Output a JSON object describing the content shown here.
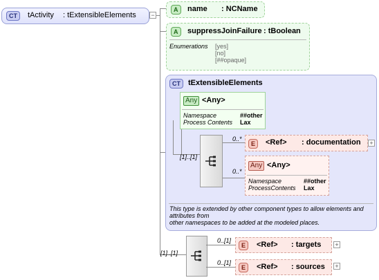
{
  "root": {
    "tag": "CT",
    "name": "tActivity",
    "type": ": tExtensibleElements"
  },
  "attributes": [
    {
      "tag": "A",
      "name": "name",
      "type": ": NCName"
    },
    {
      "tag": "A",
      "name": "suppressJoinFailure",
      "type": ": tBoolean",
      "enum_label": "Enumerations",
      "enum_values": [
        "[yes]",
        "[no]",
        "[##opaque]"
      ]
    }
  ],
  "extensible": {
    "tag": "CT",
    "title": "tExtensibleElements",
    "any_top": {
      "tag": "Any",
      "label": "<Any>",
      "ns_label": "Namespace",
      "ns_value": "##other",
      "pc_label": "Process Contents",
      "pc_value": "Lax"
    },
    "seq_card": "[1]..[1]",
    "documentation": {
      "card": "0..*",
      "tag": "E",
      "ref": "<Ref>",
      "name": ": documentation"
    },
    "any_bottom": {
      "card": "0..*",
      "tag": "Any",
      "label": "<Any>",
      "ns_label": "Namespace",
      "ns_value": "##other",
      "pc_label": "ProcessContents",
      "pc_value": "Lax"
    },
    "note_lines": [
      "This type is extended by other component types to allow elements and attributes from",
      "other namespaces to be added at the modeled places."
    ]
  },
  "outer_seq_card": "[1]..[1]",
  "targets": {
    "card": "0..[1]",
    "tag": "E",
    "ref": "<Ref>",
    "name": ": targets"
  },
  "sources": {
    "card": "0..[1]",
    "tag": "E",
    "ref": "<Ref>",
    "name": ": sources"
  }
}
